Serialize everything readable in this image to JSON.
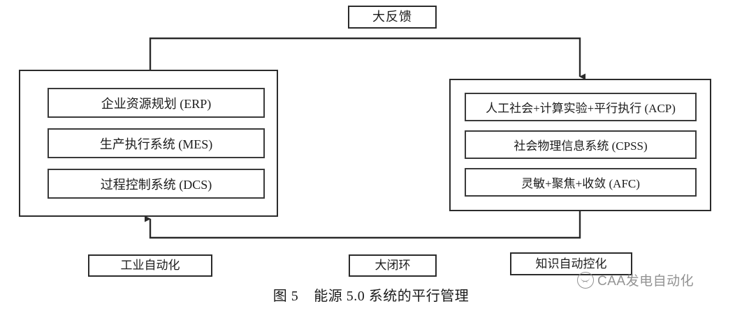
{
  "figure": {
    "caption_prefix": "图 5",
    "caption_text": "能源 5.0 系统的平行管理"
  },
  "top_feedback": {
    "label": "大反馈"
  },
  "left_panel": {
    "name": "industrial-automation-panel",
    "boxes": [
      {
        "label": "企业资源规划 (ERP)"
      },
      {
        "label": "生产执行系统 (MES)"
      },
      {
        "label": "过程控制系统 (DCS)"
      }
    ]
  },
  "right_panel": {
    "name": "knowledge-automation-panel",
    "boxes": [
      {
        "label": "人工社会+计算实验+平行执行 (ACP)"
      },
      {
        "label": "社会物理信息系统 (CPSS)"
      },
      {
        "label": "灵敏+聚焦+收敛 (AFC)"
      }
    ]
  },
  "bottom_labels": {
    "left": "工业自动化",
    "center": "大闭环",
    "right": "知识自动控化"
  },
  "watermark": {
    "text": "CAA发电自动化",
    "icon": "caa-circle-logo-icon"
  },
  "colors": {
    "background": "#ffffff",
    "stroke": "#2b2b2b",
    "inner_stroke": "#3a3a3a",
    "text": "#1c1c1c",
    "watermark": "#8d8d8d"
  },
  "connectors": [
    {
      "name": "feedback-left-to-right",
      "from": "left-panel-top",
      "to": "right-panel-top",
      "arrow": "down"
    },
    {
      "name": "feedback-right-to-left",
      "from": "right-panel-bottom",
      "to": "left-panel-bottom",
      "arrow": "up"
    }
  ]
}
